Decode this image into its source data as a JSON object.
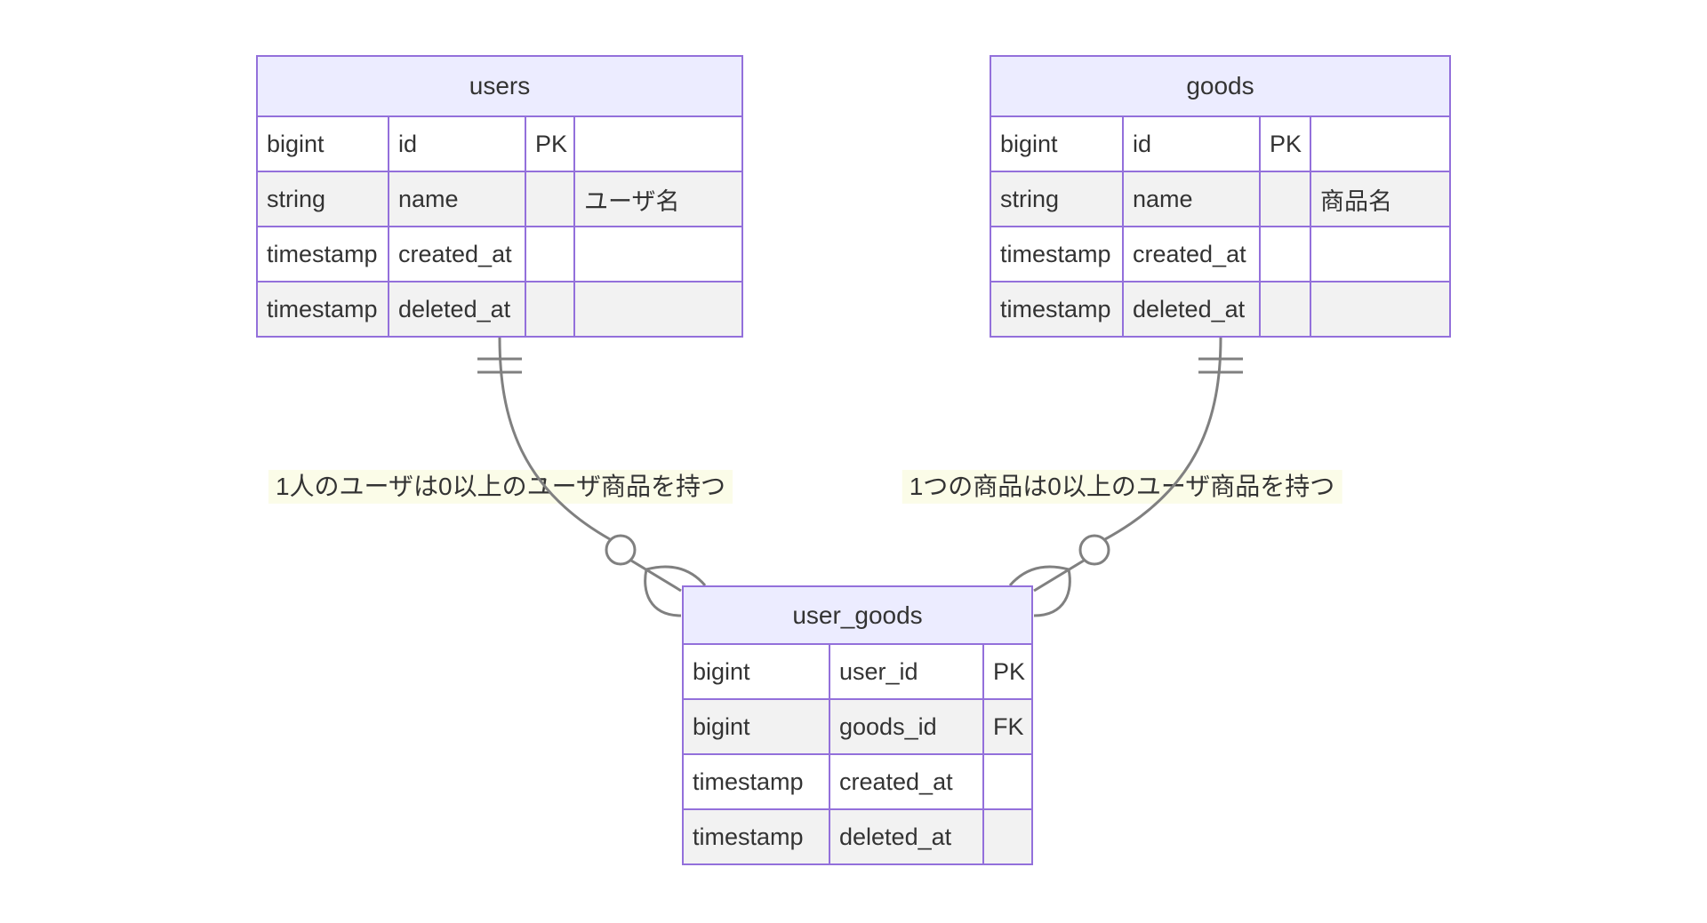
{
  "diagram": {
    "type": "er-diagram",
    "background": "#ffffff",
    "colors": {
      "entity_border": "#9370DB",
      "entity_header_fill": "#ECECFF",
      "row_odd_fill": "#ffffff",
      "row_even_fill": "#f2f2f2",
      "relationship_line": "#808080",
      "label_background": "#fbfce8",
      "text": "#333333"
    },
    "entities": {
      "users": {
        "title": "users",
        "rows": [
          {
            "type": "bigint",
            "name": "id",
            "key": "PK",
            "comment": ""
          },
          {
            "type": "string",
            "name": "name",
            "key": "",
            "comment": "ユーザ名"
          },
          {
            "type": "timestamp",
            "name": "created_at",
            "key": "",
            "comment": ""
          },
          {
            "type": "timestamp",
            "name": "deleted_at",
            "key": "",
            "comment": ""
          }
        ]
      },
      "goods": {
        "title": "goods",
        "rows": [
          {
            "type": "bigint",
            "name": "id",
            "key": "PK",
            "comment": ""
          },
          {
            "type": "string",
            "name": "name",
            "key": "",
            "comment": "商品名"
          },
          {
            "type": "timestamp",
            "name": "created_at",
            "key": "",
            "comment": ""
          },
          {
            "type": "timestamp",
            "name": "deleted_at",
            "key": "",
            "comment": ""
          }
        ]
      },
      "user_goods": {
        "title": "user_goods",
        "rows": [
          {
            "type": "bigint",
            "name": "user_id",
            "key": "PK"
          },
          {
            "type": "bigint",
            "name": "goods_id",
            "key": "FK"
          },
          {
            "type": "timestamp",
            "name": "created_at",
            "key": ""
          },
          {
            "type": "timestamp",
            "name": "deleted_at",
            "key": ""
          }
        ]
      }
    },
    "relationships": [
      {
        "from": "users",
        "to": "user_goods",
        "cardinality": "exactly-one to zero-or-many",
        "label": "1人のユーザは0以上のユーザ商品を持つ"
      },
      {
        "from": "goods",
        "to": "user_goods",
        "cardinality": "exactly-one to zero-or-many",
        "label": "1つの商品は0以上のユーザ商品を持つ"
      }
    ]
  }
}
